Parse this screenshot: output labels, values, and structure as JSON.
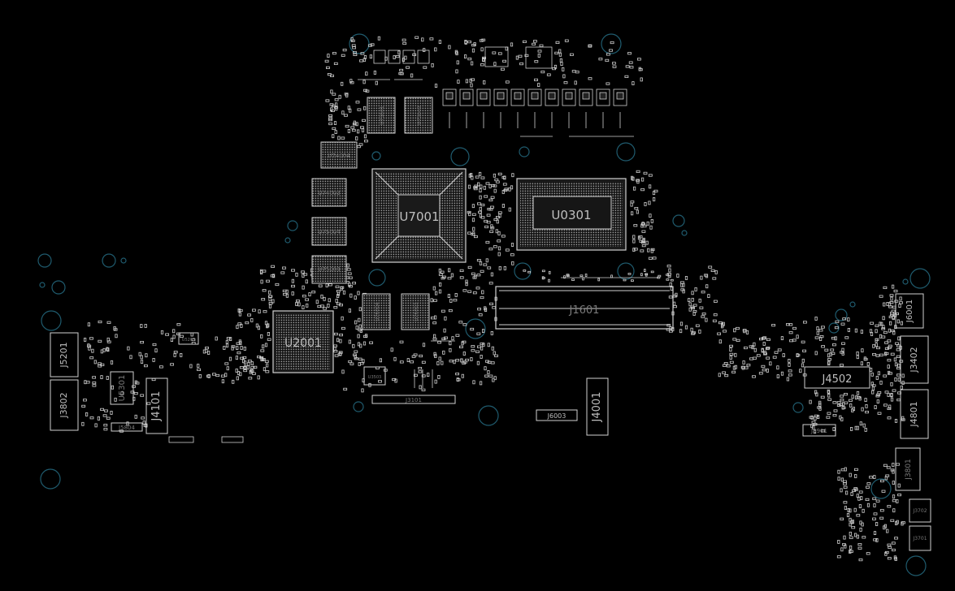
{
  "view": {
    "background": "#000000",
    "trace_color": "#d9d9d9",
    "via_color": "#1f5b6e"
  },
  "components": {
    "u7001": "U7001",
    "u0301": "U0301",
    "u2001": "U2001",
    "j1601": "J1601",
    "u74004": "U74004",
    "u74003": "U74003",
    "u75004": "U75004",
    "u75003": "U75003",
    "u73001": "U73001",
    "u73002": "U73002",
    "u76004": "U76004",
    "u76003": "U76003",
    "j3101": "J3101",
    "u3503": "U3503",
    "j6003": "J6003",
    "j4001": "J4001",
    "j4101": "J4101",
    "u5301": "U5301",
    "j5804": "J5804",
    "j5201": "J5201",
    "j3802": "J3802",
    "u5203": "U5203",
    "j4502": "J4502",
    "j3402": "J3402",
    "j6001": "J6001",
    "j4801": "J4801",
    "j3901": "J3901",
    "j3801": "J3801",
    "j3702": "J3702",
    "j3701": "J3701"
  }
}
